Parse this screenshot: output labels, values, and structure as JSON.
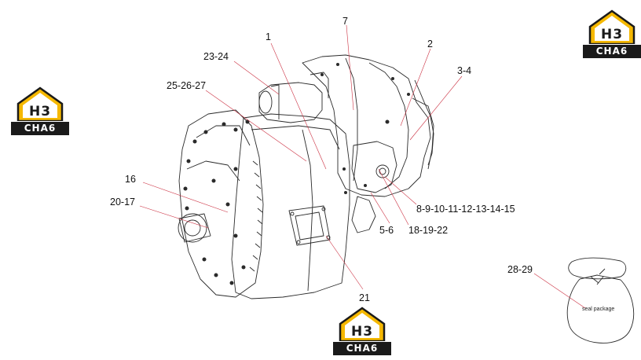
{
  "callouts": [
    {
      "id": "c1",
      "text": "1"
    },
    {
      "id": "c7",
      "text": "7"
    },
    {
      "id": "c2",
      "text": "2"
    },
    {
      "id": "c3-4",
      "text": "3-4"
    },
    {
      "id": "c23-24",
      "text": "23-24"
    },
    {
      "id": "c25-26-27",
      "text": "25-26-27"
    },
    {
      "id": "c16",
      "text": "16"
    },
    {
      "id": "c20-17",
      "text": "20-17"
    },
    {
      "id": "c8-15",
      "text": "8-9-10-11-12-13-14-15"
    },
    {
      "id": "c18-19-22",
      "text": "18-19-22"
    },
    {
      "id": "c5-6",
      "text": "5-6"
    },
    {
      "id": "c21",
      "text": "21"
    },
    {
      "id": "c28-29",
      "text": "28-29"
    }
  ],
  "seal_package_label": "seal package",
  "brand": {
    "mark_text": "H3",
    "word_text": "CHA6",
    "accent_color": "#f5b800",
    "dark_color": "#1a1a1a"
  },
  "colors": {
    "line": "#2a2a2a",
    "leader": "#cc3344"
  }
}
